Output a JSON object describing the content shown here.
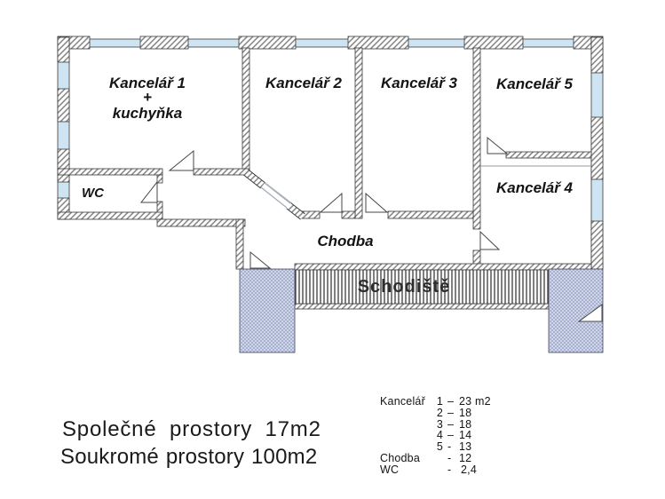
{
  "plan": {
    "rooms": {
      "k1_line1": "Kancelář 1",
      "k1_line2": "+",
      "k1_line3": "kuchyňka",
      "k2": "Kancelář 2",
      "k3": "Kancelář 3",
      "k5": "Kancelář 5",
      "k4": "Kancelář 4",
      "wc": "WC",
      "chodba": "Chodba",
      "schodiste": "Schodiště"
    }
  },
  "summary": {
    "line1": "Společné prostory 17m2",
    "line2": "Soukromé prostory 100m2"
  },
  "legend": {
    "rows": [
      {
        "label": "Kancelář",
        "num": "1",
        "dash": "–",
        "value": "23 m2"
      },
      {
        "label": "",
        "num": "2",
        "dash": "–",
        "value": "18"
      },
      {
        "label": "",
        "num": "3",
        "dash": "–",
        "value": "18"
      },
      {
        "label": "",
        "num": "4",
        "dash": "–",
        "value": "14"
      },
      {
        "label": "",
        "num": "5",
        "dash": "-",
        "value": "13"
      },
      {
        "label": "Chodba",
        "num": "",
        "dash": "-",
        "value": "12"
      },
      {
        "label": "WC",
        "num": "",
        "dash": "-",
        "value": "2,4"
      }
    ]
  },
  "colors": {
    "window_blue": "#cfe4f2",
    "block_blue": "#97a2c8",
    "wall_line": "#3a3a3a"
  }
}
